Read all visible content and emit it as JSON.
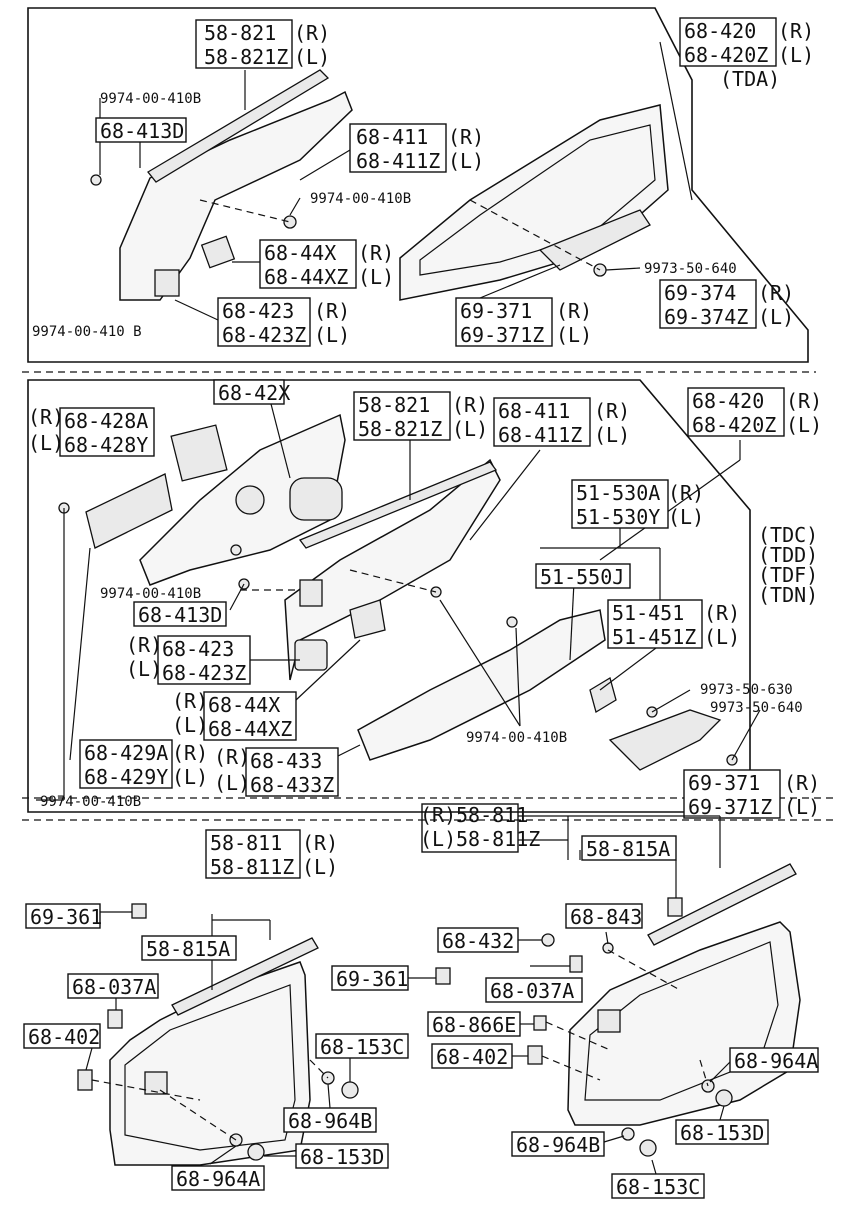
{
  "labels": {
    "s1": {
      "p58821": "58-821",
      "p58821z": "58-821Z",
      "r1": "(R)",
      "l1": "(L)",
      "p9974a": "9974-00-410B",
      "p68413d": "68-413D",
      "p68411": "68-411",
      "p68411z": "68-411Z",
      "r2": "(R)",
      "l2": "(L)",
      "p9974b": "9974-00-410B",
      "p6844x": "68-44X",
      "p6844xz": "68-44XZ",
      "r3": "(R)",
      "l3": "(L)",
      "p68423": "68-423",
      "p68423z": "68-423Z",
      "r4": "(R)",
      "l4": "(L)",
      "p9974c": "9974-00-410 B",
      "p68420": "68-420",
      "p68420z": "68-420Z",
      "r5": "(R)",
      "l5": "(L)",
      "tda": "(TDA)",
      "p9973": "9973-50-640",
      "p69374": "69-374",
      "p69374z": "69-374Z",
      "r6": "(R)",
      "l6": "(L)",
      "p69371": "69-371",
      "p69371z": "69-371Z",
      "r7": "(R)",
      "l7": "(L)"
    },
    "s2": {
      "p6842x": "68-42X",
      "r1": "(R)",
      "l1": "(L)",
      "p68428a": "68-428A",
      "p68428y": "68-428Y",
      "p58821": "58-821",
      "p58821z": "58-821Z",
      "r2": "(R)",
      "l2": "(L)",
      "p68411": "68-411",
      "p68411z": "68-411Z",
      "r3": "(R)",
      "l3": "(L)",
      "p68420": "68-420",
      "p68420z": "68-420Z",
      "r4": "(R)",
      "l4": "(L)",
      "p51530a": "51-530A",
      "p51530y": "51-530Y",
      "r5": "(R)",
      "l5": "(L)",
      "tdc": "(TDC)",
      "tdd": "(TDD)",
      "tdf": "(TDF)",
      "tdn": "(TDN)",
      "p51550j": "51-550J",
      "p51451": "51-451",
      "p51451z": "51-451Z",
      "r6": "(R)",
      "l6": "(L)",
      "p9974a": "9974-00-410B",
      "p68413d": "68-413D",
      "r7": "(R)",
      "l7": "(L)",
      "p68423": "68-423",
      "p68423z": "68-423Z",
      "r8": "(R)",
      "l8": "(L)",
      "p6844x": "68-44X",
      "p6844xz": "68-44XZ",
      "p9973a": "9973-50-630",
      "p9973b": "9973-50-640",
      "p9974b": "9974-00-410B",
      "p68429a": "68-429A",
      "p68429y": "68-429Y",
      "r9": "(R)",
      "l9": "(L)",
      "r10": "(R)",
      "l10": "(L)",
      "p68433": "68-433",
      "p68433z": "68-433Z",
      "p69371": "69-371",
      "p69371z": "69-371Z",
      "r11": "(R)",
      "l11": "(L)",
      "p9974c": "9974-00-410B"
    },
    "s3": {
      "p58811": "58-811",
      "p58811z": "58-811Z",
      "r1": "(R)",
      "l1": "(L)",
      "p69361": "69-361",
      "p58815a": "58-815A",
      "p68037a": "68-037A",
      "p68402": "68-402",
      "p68153c": "68-153C",
      "p69361b": "69-361",
      "p68964b": "68-964B",
      "p68964a": "68-964A",
      "p68153d": "68-153D"
    },
    "s4": {
      "r1": "(R)",
      "l1": "(L)",
      "p58811": "58-811",
      "p58811z": "58-811Z",
      "p58815a": "58-815A",
      "p68843": "68-843",
      "p68432": "68-432",
      "p68037a": "68-037A",
      "p68866e": "68-866E",
      "p68964a": "68-964A",
      "p68402": "68-402",
      "p68153d": "68-153D",
      "p68964b": "68-964B",
      "p68153c": "68-153C"
    }
  }
}
